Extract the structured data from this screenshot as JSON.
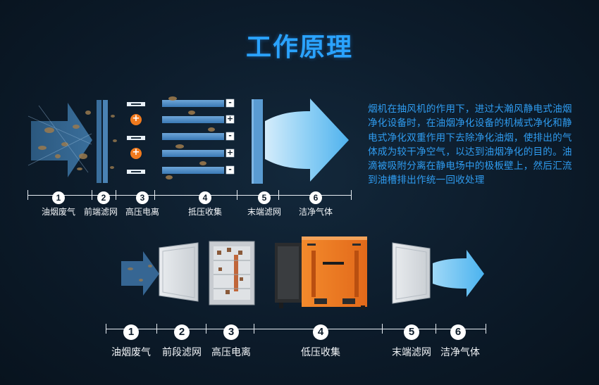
{
  "title": "工作原理",
  "description": "烟机在抽风机的作用下，进过大瀚风静电式油烟净化设备时，在油烟净化设备的机械式净化和静电式净化双重作用下去除净化油烟，使排出的气体成为较干净空气，以达到油烟净化的目的。油滴被吸附分离在静电场中的极板壁上，然后汇流到油槽排出作统一回收处理",
  "top_diagram": {
    "plate_signs": [
      "-",
      "+",
      "-",
      "+",
      "-"
    ],
    "ion_sign": "+",
    "steps": [
      {
        "num": "1",
        "label": "油烟废气"
      },
      {
        "num": "2",
        "label": "前端滤网"
      },
      {
        "num": "3",
        "label": "高压电离"
      },
      {
        "num": "4",
        "label": "抵压收集"
      },
      {
        "num": "5",
        "label": "末端滤网"
      },
      {
        "num": "6",
        "label": "洁净气体"
      }
    ]
  },
  "bottom_diagram": {
    "steps": [
      {
        "num": "1",
        "label": "油烟废气"
      },
      {
        "num": "2",
        "label": "前段滤网"
      },
      {
        "num": "3",
        "label": "高压电离"
      },
      {
        "num": "4",
        "label": "低压收集"
      },
      {
        "num": "5",
        "label": "末端滤网"
      },
      {
        "num": "6",
        "label": "洁净气体"
      }
    ]
  },
  "colors": {
    "title": "#2aa3ff",
    "description": "#2f9cf0",
    "housing": "#f07a1e",
    "clean_air": "#7cc8f2"
  }
}
